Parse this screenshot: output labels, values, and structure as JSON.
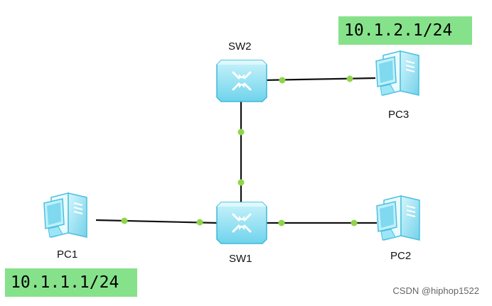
{
  "colors": {
    "ip_label_bg": "#86e28a",
    "link": "#111111",
    "link_dot": "#8fd54a",
    "switch_fill": "#8fe3f4",
    "switch_dark": "#3fb8d8",
    "pc_fill": "#9de6f7",
    "pc_dark": "#4cc0de"
  },
  "devices": {
    "sw1": {
      "label": "SW1",
      "icon": "layer3-switch-icon"
    },
    "sw2": {
      "label": "SW2",
      "icon": "layer3-switch-icon"
    },
    "pc1": {
      "label": "PC1",
      "icon": "pc-icon"
    },
    "pc2": {
      "label": "PC2",
      "icon": "pc-icon"
    },
    "pc3": {
      "label": "PC3",
      "icon": "pc-icon"
    }
  },
  "ip_labels": {
    "pc1": "10.1.1.1/24",
    "pc3": "10.1.2.1/24"
  },
  "links": [
    {
      "from": "pc1",
      "to": "sw1"
    },
    {
      "from": "sw1",
      "to": "pc2"
    },
    {
      "from": "sw1",
      "to": "sw2"
    },
    {
      "from": "sw2",
      "to": "pc3"
    }
  ],
  "watermark": "CSDN @hiphop1522"
}
